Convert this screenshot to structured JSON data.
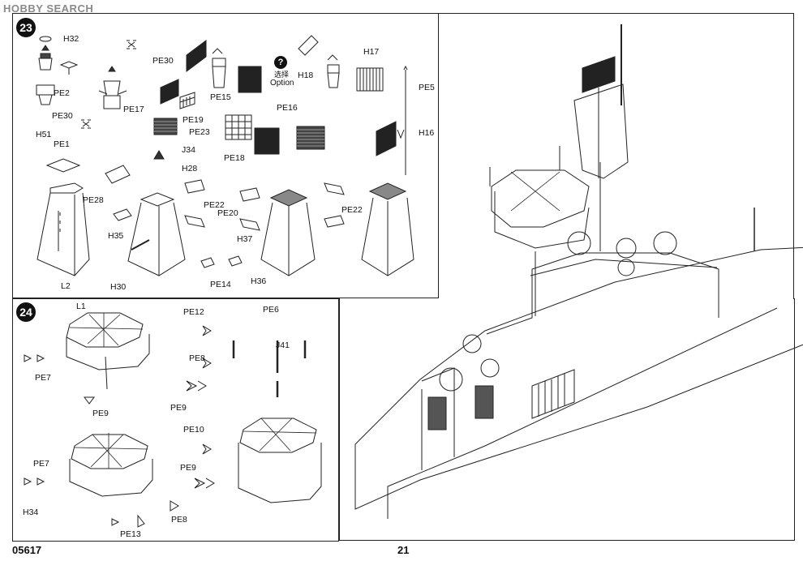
{
  "watermark": "HOBBY SEARCH",
  "steps": {
    "a": "23",
    "b": "24"
  },
  "option": {
    "line1": "选择",
    "line2": "Option"
  },
  "parts23": {
    "H32": "H32",
    "PE30a": "PE30",
    "PE2": "PE2",
    "PE30b": "PE30",
    "PE17": "PE17",
    "PE19": "PE19",
    "PE15": "PE15",
    "H18": "H18",
    "H17": "H17",
    "PE5": "PE5",
    "PE16": "PE16",
    "PE23": "PE23",
    "PE18": "PE18",
    "H16": "H16",
    "H51": "H51",
    "PE1": "PE1",
    "J34": "J34",
    "H28": "H28",
    "PE28": "PE28",
    "PE22a": "PE22",
    "PE20": "PE20",
    "PE22b": "PE22",
    "H35": "H35",
    "H37": "H37",
    "L2": "L2",
    "H30": "H30",
    "PE14": "PE14",
    "H36": "H36"
  },
  "parts24": {
    "L1": "L1",
    "PE12": "PE12",
    "PE8a": "PE8",
    "PE7a": "PE7",
    "PE9a": "PE9",
    "PE9b": "PE9",
    "PE6": "PE6",
    "J41": "J41",
    "PE10": "PE10",
    "PE7b": "PE7",
    "PE9c": "PE9",
    "H34": "H34",
    "PE8b": "PE8",
    "PE13": "PE13"
  },
  "footer": {
    "code": "05617",
    "page": "21"
  }
}
